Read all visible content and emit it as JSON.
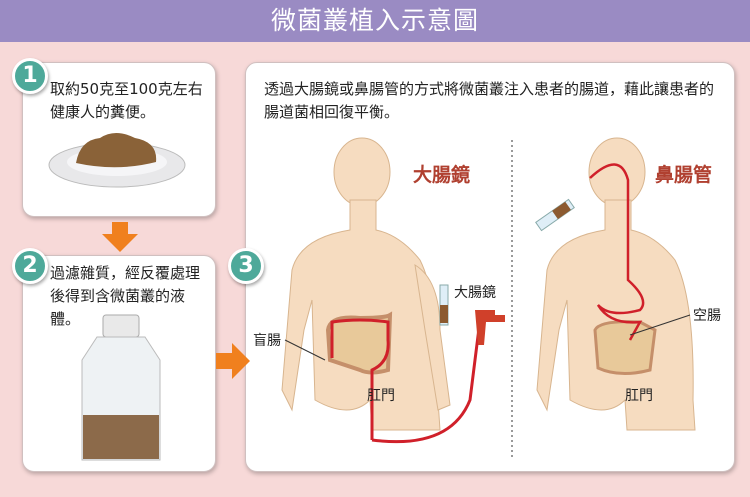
{
  "title": "微菌叢植入示意圖",
  "steps": [
    {
      "number": "1",
      "text": "取約50克至100克左右健康人的糞便。"
    },
    {
      "number": "2",
      "text": "過濾雜質，經反覆處理後得到含微菌叢的液體。"
    },
    {
      "number": "3",
      "text": "透過大腸鏡或鼻腸管的方式將微菌叢注入患者的腸道，藉此讓患者的腸道菌相回復平衡。"
    }
  ],
  "colonoscopy": {
    "heading": "大腸鏡",
    "cecum": "盲腸",
    "anus": "肛門",
    "device": "大腸鏡"
  },
  "nasal_tube": {
    "heading": "鼻腸管",
    "jejunum": "空腸",
    "anus": "肛門"
  },
  "colors": {
    "title_bar": "#9a8bc3",
    "background": "#f7d9d8",
    "badge": "#4ea99a",
    "arrow": "#f0801e",
    "tube": "#d0202a"
  }
}
